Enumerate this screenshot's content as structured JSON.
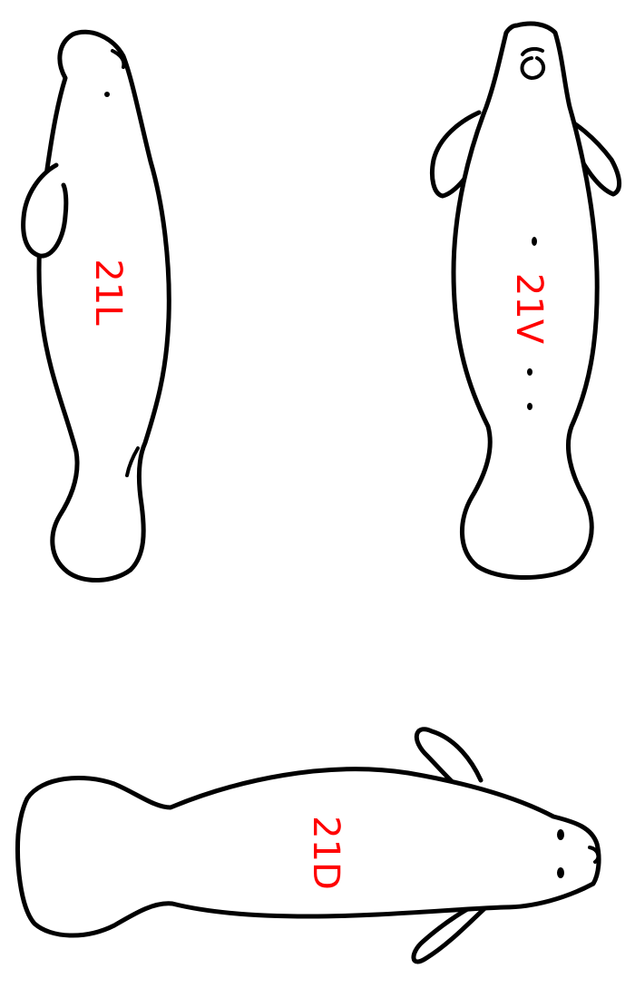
{
  "figures": [
    {
      "id": "lateral",
      "label": "21L"
    },
    {
      "id": "ventral",
      "label": "21V"
    },
    {
      "id": "dorsal",
      "label": "21D"
    }
  ],
  "colors": {
    "outline": "#000000",
    "label": "#ff0000",
    "background": "#ffffff"
  }
}
